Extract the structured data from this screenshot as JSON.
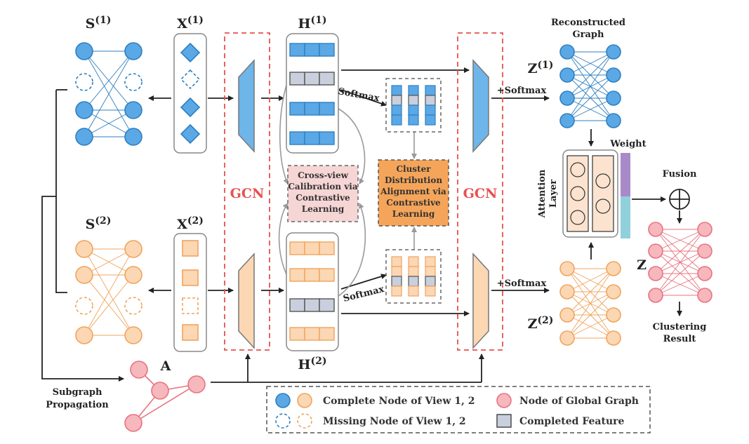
{
  "labels": {
    "s1_main": "S",
    "s1_sup": "(1)",
    "x1_main": "X",
    "x1_sup": "(1)",
    "h1_main": "H",
    "h1_sup": "(1)",
    "s2_main": "S",
    "s2_sup": "(2)",
    "x2_main": "X",
    "x2_sup": "(2)",
    "h2_main": "H",
    "h2_sup": "(2)",
    "z1_main": "Z",
    "z1_sup": "(1)",
    "z2_main": "Z",
    "z2_sup": "(2)",
    "z_main": "Z",
    "a_main": "A",
    "gcn_left": "GCN",
    "gcn_right": "GCN",
    "softmax_top": "Softmax",
    "softmax_bottom": "Softmax",
    "plus_softmax_top": "+Softmax",
    "plus_softmax_bottom": "+Softmax",
    "reconstructed_line1": "Reconstructed",
    "reconstructed_line2": "Graph",
    "weight": "Weight",
    "fusion": "Fusion",
    "attention_line1": "Attention",
    "attention_line2": "Layer",
    "clustering_line1": "Clustering",
    "clustering_line2": "Result",
    "subgraph_line1": "Subgraph",
    "subgraph_line2": "Propagation",
    "crossview": [
      "Cross-view",
      "Calibration via",
      "Contrastive",
      "Learning"
    ],
    "cluster": [
      "Cluster",
      "Distribution",
      "Alignment via",
      "Contrastive",
      "Learning"
    ]
  },
  "legend": {
    "complete": "Complete Node of View 1, 2",
    "missing": "Missing Node of View 1, 2",
    "global": "Node of Global Graph",
    "completed": "Completed Feature"
  },
  "colors": {
    "blue": "#5aa9e6",
    "blue_stroke": "#2f7fc0",
    "orange": "#fbd7b4",
    "orange_stroke": "#f0a45c",
    "pink": "#f6b7bd",
    "pink_stroke": "#e8737f",
    "gray_feature": "#c9cfdc",
    "gcn_red": "#e8504f",
    "cross_fill": "#f6d5d5",
    "cluster_fill": "#f5a55a",
    "weight_purple": "#a88ac9",
    "weight_cyan": "#8fd0db"
  }
}
